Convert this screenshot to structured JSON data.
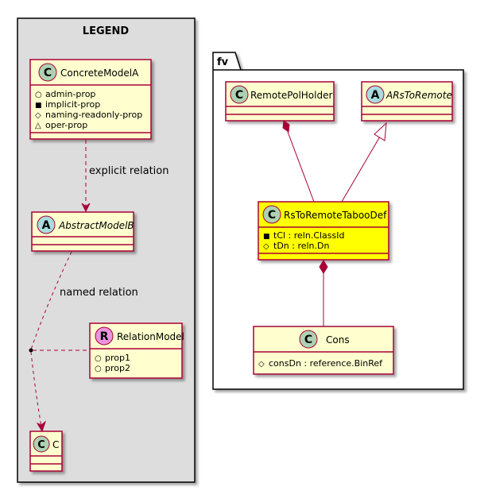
{
  "colors": {
    "class_fill": "#FEFECE",
    "class_border": "#A80036",
    "highlight_fill": "#FFFF00",
    "legend_fill": "#DDDDDD",
    "class_badge": "#ADD1B2",
    "abstract_badge": "#A9DCDF",
    "relation_badge": "#EB93DF"
  },
  "legend": {
    "title": "LEGEND",
    "concrete": {
      "badge": "C",
      "name": "ConcreteModelA",
      "attributes": [
        {
          "vis": "○",
          "text": "admin-prop"
        },
        {
          "vis": "■",
          "text": "implicit-prop"
        },
        {
          "vis": "◇",
          "text": "naming-readonly-prop"
        },
        {
          "vis": "△",
          "text": "oper-prop"
        }
      ]
    },
    "explicit_relation_label": "explicit relation",
    "abstract": {
      "badge": "A",
      "name": "AbstractModelB"
    },
    "named_relation_label": "named relation",
    "relation_model": {
      "badge": "R",
      "name": "RelationModel",
      "attributes": [
        {
          "vis": "○",
          "text": "prop1"
        },
        {
          "vis": "○",
          "text": "prop2"
        }
      ]
    },
    "target": {
      "badge": "C",
      "name": "C"
    }
  },
  "package": {
    "name": "fv",
    "remote_pol_holder": {
      "badge": "C",
      "name": "RemotePolHolder"
    },
    "ars_to_remote": {
      "badge": "A",
      "name": "ARsToRemote"
    },
    "main": {
      "badge": "C",
      "name": "RsToRemoteTabooDef",
      "attributes": [
        {
          "vis": "■",
          "text": "tCl : reln.ClassId"
        },
        {
          "vis": "◇",
          "text": "tDn : reln.Dn"
        }
      ]
    },
    "cons": {
      "badge": "C",
      "name": "Cons",
      "attributes": [
        {
          "vis": "◇",
          "text": "consDn : reference.BinRef"
        }
      ]
    }
  }
}
